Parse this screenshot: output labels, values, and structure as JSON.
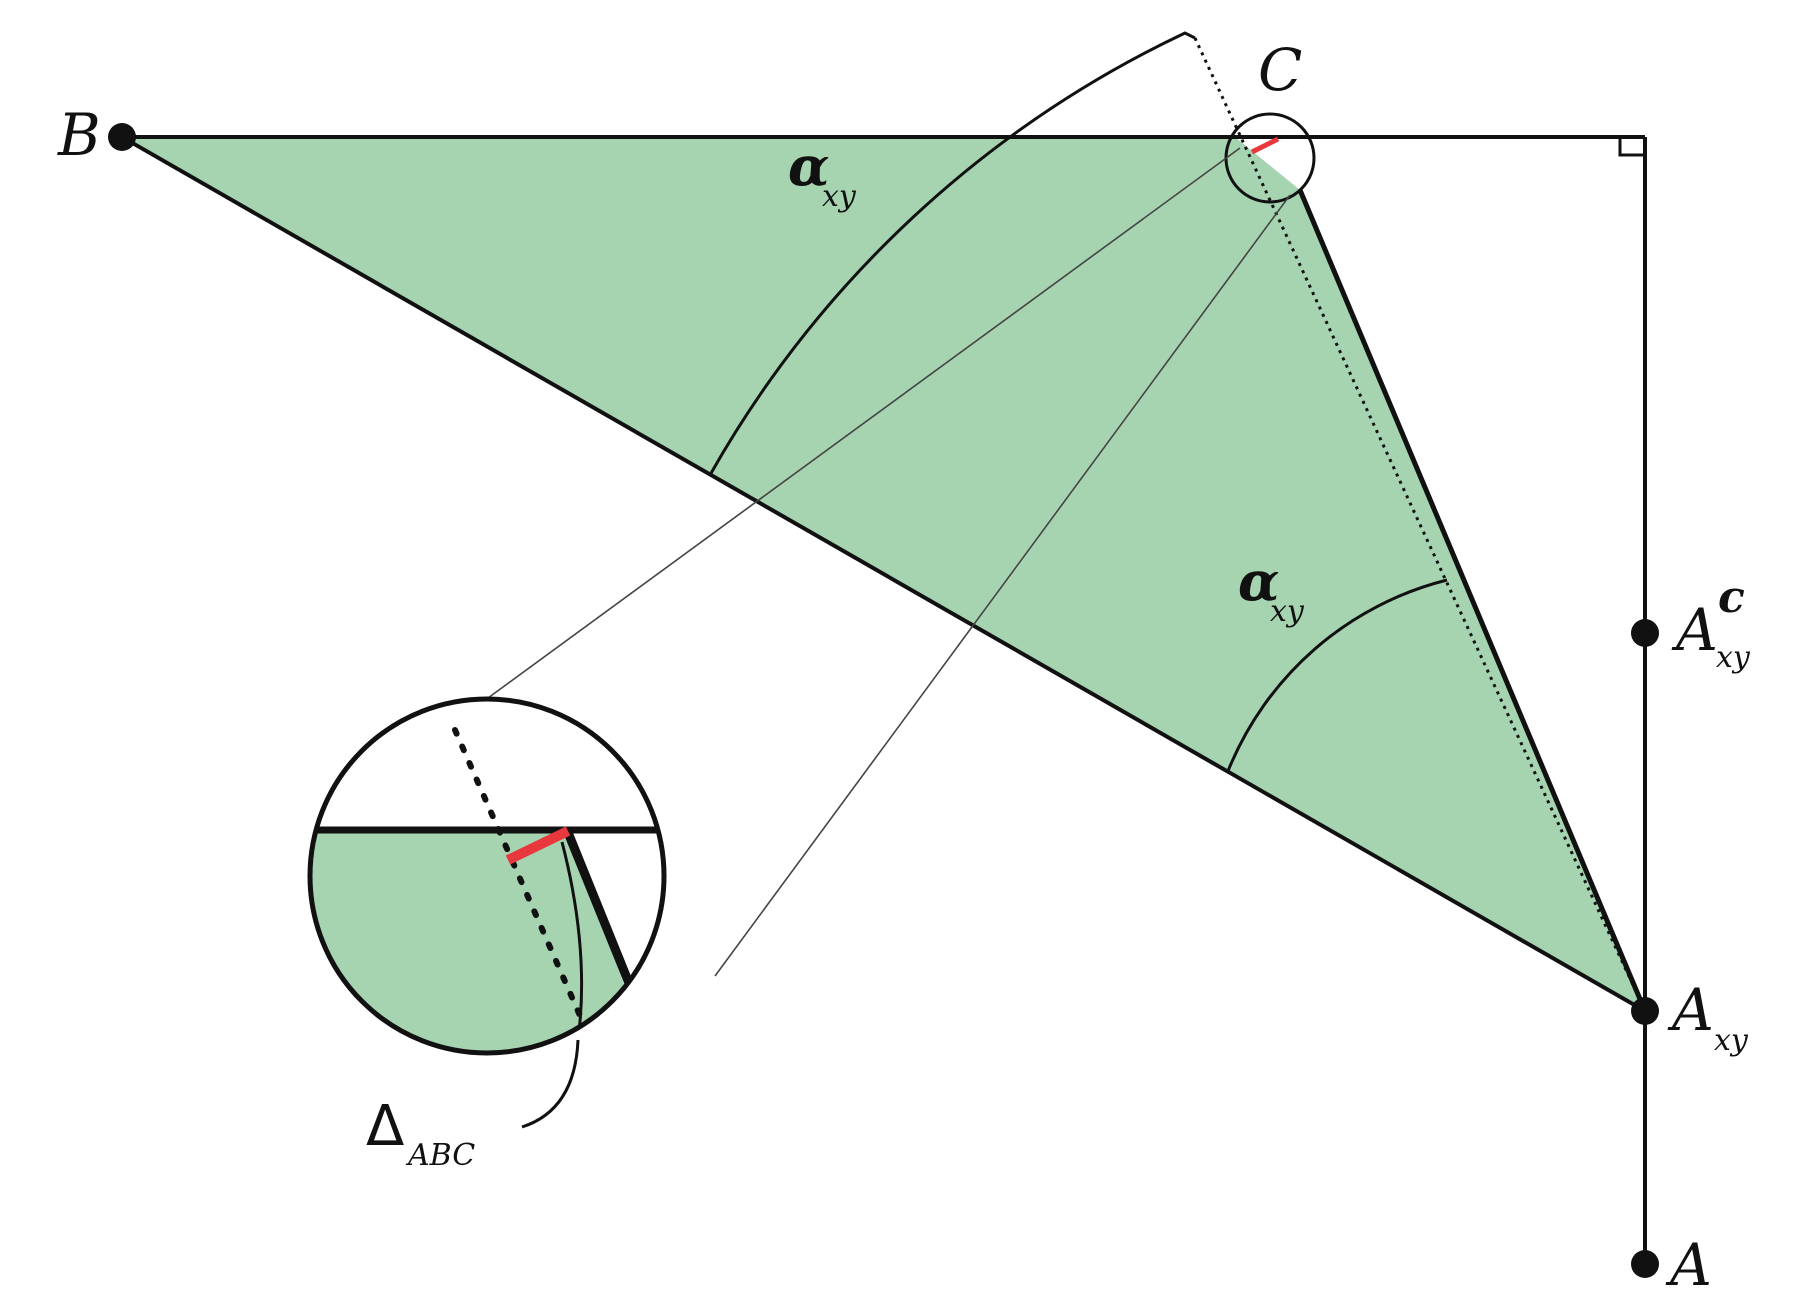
{
  "figure": {
    "labels": {
      "B": "B",
      "C": "C",
      "A": "A",
      "A_xy_main": "A",
      "A_xy_sub": "xy",
      "A_xy_c_main": "A",
      "A_xy_c_sup": "c",
      "A_xy_c_sub": "xy",
      "alpha_top_main": "α",
      "alpha_top_sub": "xy",
      "alpha_right_main": "α",
      "alpha_right_sub": "xy",
      "delta_main": "Δ",
      "delta_sub": "ABC"
    },
    "colors": {
      "triangle_fill": "#a6d4b1",
      "stroke": "#111111",
      "highlight": "#e8383d",
      "background": "#ffffff"
    }
  }
}
